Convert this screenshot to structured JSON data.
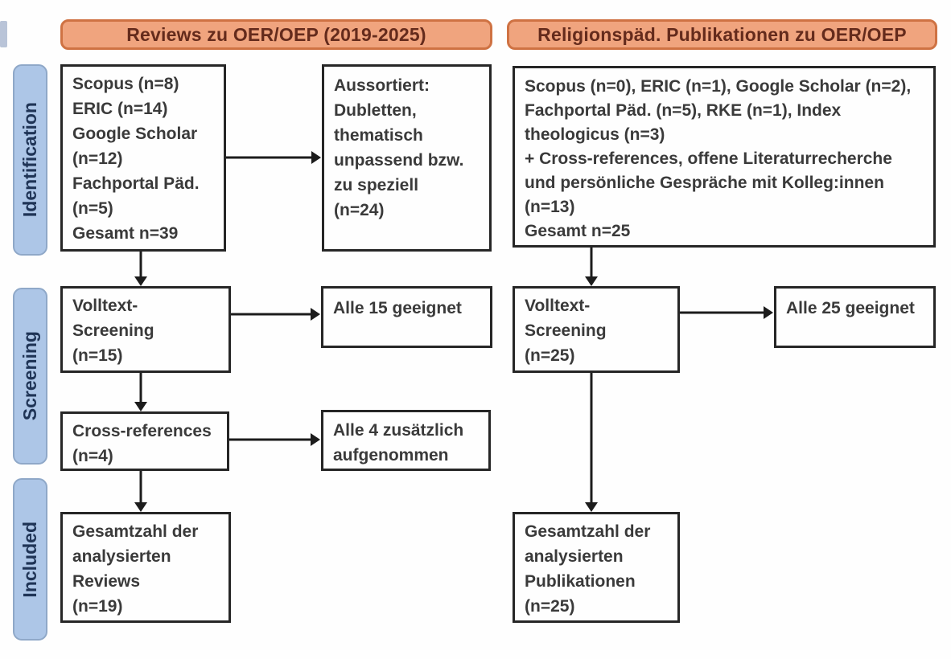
{
  "stages": [
    {
      "label": "Identification"
    },
    {
      "label": "Screening"
    },
    {
      "label": "Included"
    }
  ],
  "left_column": {
    "header": "Reviews zu OER/OEP (2019-2025)",
    "sources_box": "Scopus (n=8)\nERIC (n=14)\nGoogle Scholar\n(n=12)\nFachportal Päd.\n(n=5)\nGesamt n=39",
    "excluded_box": "Aussortiert:\nDubletten,\nthematisch\nunpassend bzw.\nzu speziell\n(n=24)",
    "fulltext_box": "Volltext-\nScreening\n(n=15)",
    "fulltext_result_box": "Alle 15 geeignet",
    "crossref_box": "Cross-references\n(n=4)",
    "crossref_result_box": "Alle 4 zusätzlich\naufgenommen",
    "included_box": "Gesamtzahl der\nanalysierten\nReviews\n(n=19)"
  },
  "right_column": {
    "header": "Religionspäd. Publikationen zu OER/OEP",
    "sources_box": "Scopus (n=0), ERIC (n=1), Google Scholar (n=2),\nFachportal Päd. (n=5), RKE (n=1), Index\ntheologicus (n=3)\n+ Cross-references, offene Literaturrecherche\nund persönliche Gespräche mit Kolleg:innen\n(n=13)\nGesamt n=25",
    "fulltext_box": "Volltext-\nScreening\n(n=25)",
    "fulltext_result_box": "Alle 25 geeignet",
    "included_box": "Gesamtzahl der\nanalysierten\nPublikationen\n(n=25)"
  },
  "colors": {
    "header_fill": "#f0a47e",
    "header_border": "#cf7243",
    "header_text": "#642b1c",
    "stage_fill": "#adc6e7",
    "stage_border": "#8fa8c8",
    "stage_text": "#1f3456",
    "box_border": "#262626",
    "box_text": "#3a3a3a",
    "arrow": "#1c1c1c"
  }
}
